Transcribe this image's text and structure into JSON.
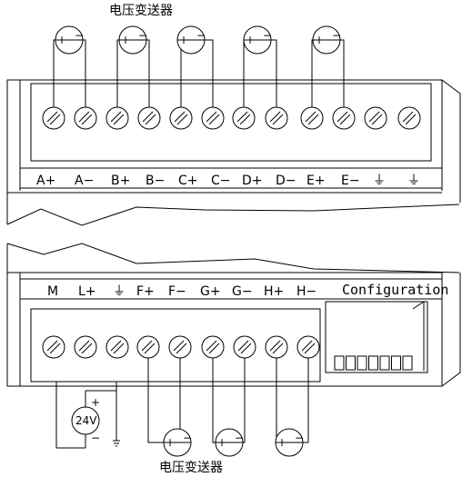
{
  "top_title": "电压变送器",
  "bottom_title": "电压变送器",
  "top_labels": [
    "A+",
    "A−",
    "B+",
    "B−",
    "C+",
    "C−",
    "D+",
    "D−",
    "E+",
    "E−",
    "⏚",
    "⏚"
  ],
  "bottom_labels": [
    "M",
    "L+",
    "⏚",
    "F+",
    "F−",
    "G+",
    "G−",
    "H+",
    "H−"
  ],
  "configuration_label": "Configuration",
  "power_source_label": "24V",
  "power_plus": "+",
  "power_minus": "−",
  "transmitter_plus": "+",
  "transmitter_minus": "−"
}
